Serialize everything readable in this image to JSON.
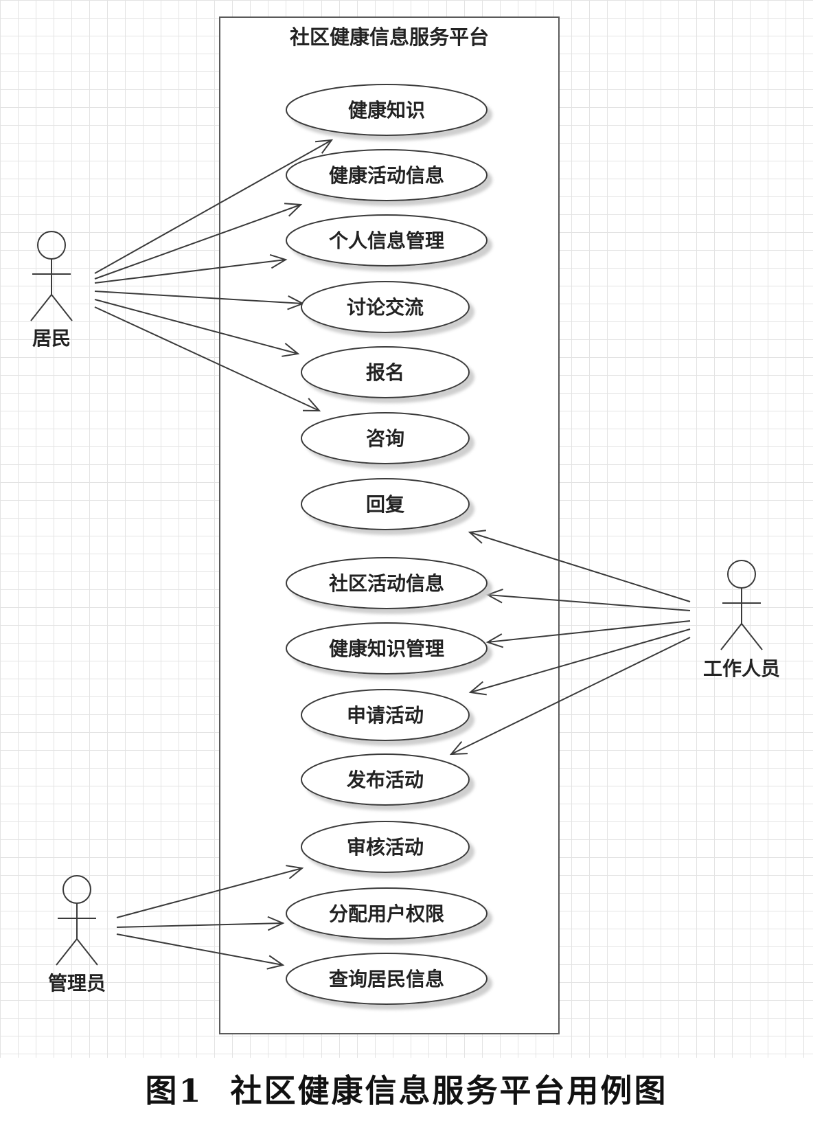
{
  "system": {
    "title": "社区健康信息服务平台"
  },
  "use_cases": [
    {
      "id": "uc1",
      "label": "健康知识"
    },
    {
      "id": "uc2",
      "label": "健康活动信息"
    },
    {
      "id": "uc3",
      "label": "个人信息管理"
    },
    {
      "id": "uc4",
      "label": "讨论交流"
    },
    {
      "id": "uc5",
      "label": "报名"
    },
    {
      "id": "uc6",
      "label": "咨询"
    },
    {
      "id": "uc7",
      "label": "回复"
    },
    {
      "id": "uc8",
      "label": "社区活动信息"
    },
    {
      "id": "uc9",
      "label": "健康知识管理"
    },
    {
      "id": "uc10",
      "label": "申请活动"
    },
    {
      "id": "uc11",
      "label": "发布活动"
    },
    {
      "id": "uc12",
      "label": "审核活动"
    },
    {
      "id": "uc13",
      "label": "分配用户权限"
    },
    {
      "id": "uc14",
      "label": "查询居民信息"
    }
  ],
  "actors": [
    {
      "id": "resident",
      "label": "居民"
    },
    {
      "id": "staff",
      "label": "工作人员"
    },
    {
      "id": "admin",
      "label": "管理员"
    }
  ],
  "associations": [
    {
      "from": "resident",
      "to": "uc1"
    },
    {
      "from": "resident",
      "to": "uc2"
    },
    {
      "from": "resident",
      "to": "uc3"
    },
    {
      "from": "resident",
      "to": "uc4"
    },
    {
      "from": "resident",
      "to": "uc5"
    },
    {
      "from": "resident",
      "to": "uc6"
    },
    {
      "from": "staff",
      "to": "uc7"
    },
    {
      "from": "staff",
      "to": "uc8"
    },
    {
      "from": "staff",
      "to": "uc9"
    },
    {
      "from": "staff",
      "to": "uc10"
    },
    {
      "from": "staff",
      "to": "uc11"
    },
    {
      "from": "admin",
      "to": "uc12"
    },
    {
      "from": "admin",
      "to": "uc13"
    },
    {
      "from": "admin",
      "to": "uc14"
    }
  ],
  "caption": {
    "figure": "图1",
    "title": "社区健康信息服务平台用例图"
  }
}
